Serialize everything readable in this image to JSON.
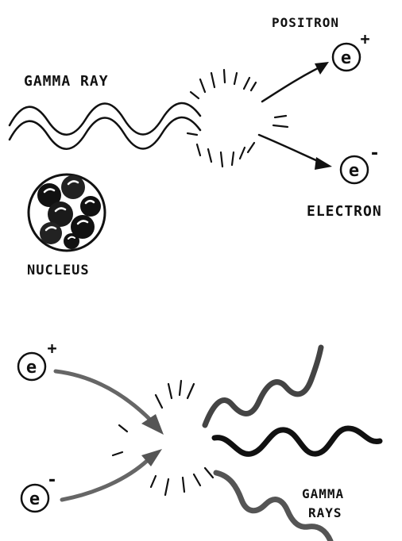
{
  "labels": {
    "positron": "POSITRON",
    "gamma_ray": "GAMMA RAY",
    "electron": "ELECTRON",
    "nucleus": "NUCLEUS",
    "gamma_rays_line1": "GAMMA",
    "gamma_rays_line2": "RAYS",
    "e_symbol": "e",
    "plus": "+",
    "minus": "-"
  },
  "colors": {
    "ink": "#111111",
    "gray_arrow": "#666666",
    "background": "#ffffff"
  }
}
